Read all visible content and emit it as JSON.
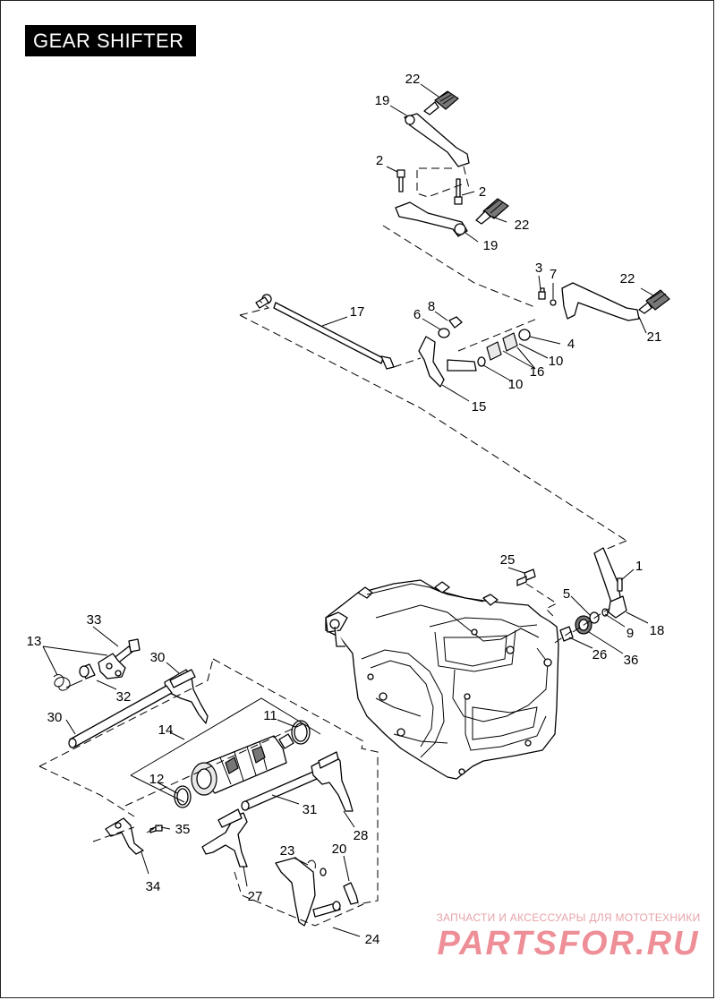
{
  "title": "GEAR SHIFTER",
  "callouts": {
    "c22a": "22",
    "c19a": "19",
    "c2a": "2",
    "c2b": "2",
    "c22b": "22",
    "c19b": "19",
    "c3": "3",
    "c7": "7",
    "c22c": "22",
    "c21": "21",
    "c17": "17",
    "c8": "8",
    "c6": "6",
    "c4": "4",
    "c10a": "10",
    "c16": "16",
    "c10b": "10",
    "c15": "15",
    "c25": "25",
    "c1": "1",
    "c5": "5",
    "c9": "9",
    "c18": "18",
    "c26": "26",
    "c36": "36",
    "c33": "33",
    "c13": "13",
    "c30a": "30",
    "c32": "32",
    "c30b": "30",
    "c14": "14",
    "c11": "11",
    "c12": "12",
    "c31": "31",
    "c28": "28",
    "c35": "35",
    "c34": "34",
    "c27": "27",
    "c23": "23",
    "c20": "20",
    "c24": "24"
  },
  "watermark": {
    "line1": "ЗАПЧАСТИ И АКСЕССУАРЫ ДЛЯ МОТОТЕХНИКИ",
    "line2": "PARTSFOR.RU"
  }
}
